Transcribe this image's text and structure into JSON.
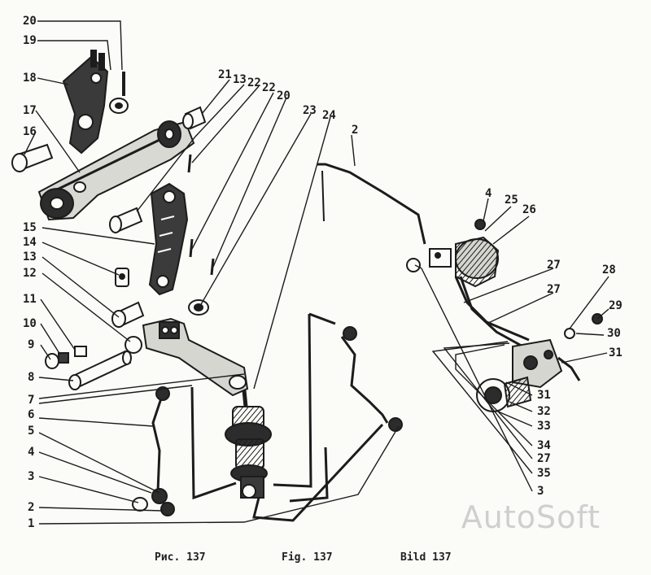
{
  "figure": {
    "captions": [
      "Рис. 137",
      "Fig. 137",
      "Bild 137"
    ],
    "watermark": "AutoSoft",
    "line_color": "#1c1c1c",
    "paper_color": "#fbfbf8",
    "watermark_color": "#cfcfcf"
  },
  "callouts": [
    "20",
    "19",
    "18",
    "17",
    "16",
    "21",
    "13",
    "22",
    "22",
    "20",
    "23",
    "24",
    "2",
    "4",
    "25",
    "26",
    "15",
    "14",
    "13",
    "12",
    "11",
    "10",
    "9",
    "8",
    "7",
    "6",
    "5",
    "4",
    "3",
    "2",
    "1",
    "27",
    "27",
    "28",
    "29",
    "30",
    "31",
    "31",
    "32",
    "33",
    "34",
    "27",
    "35",
    "3"
  ]
}
